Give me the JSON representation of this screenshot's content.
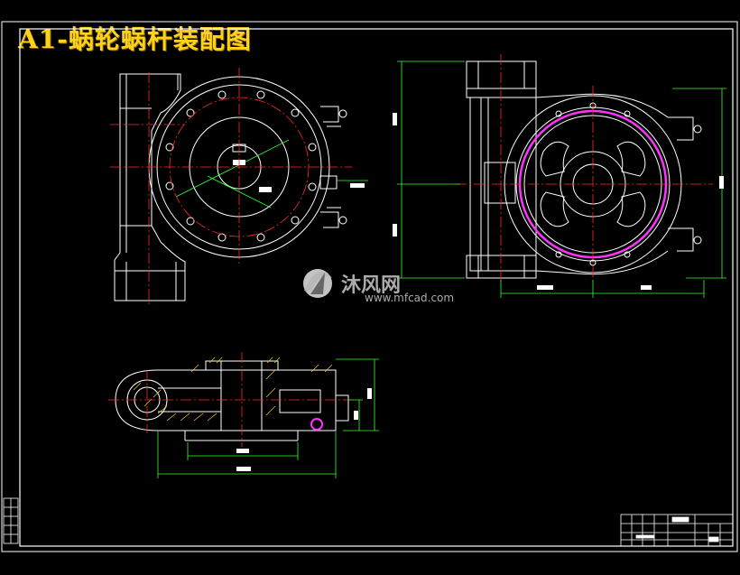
{
  "title": "A1-蜗轮蜗杆装配图",
  "watermark": {
    "brand": "沐风网",
    "url": "www.mfcad.com"
  },
  "colors": {
    "background": "#000000",
    "line": "#ffffff",
    "center_line": "#ff2a2a",
    "dimension": "#33ff33",
    "title_text": "#ffd21a",
    "accent": "#ff33ff"
  }
}
